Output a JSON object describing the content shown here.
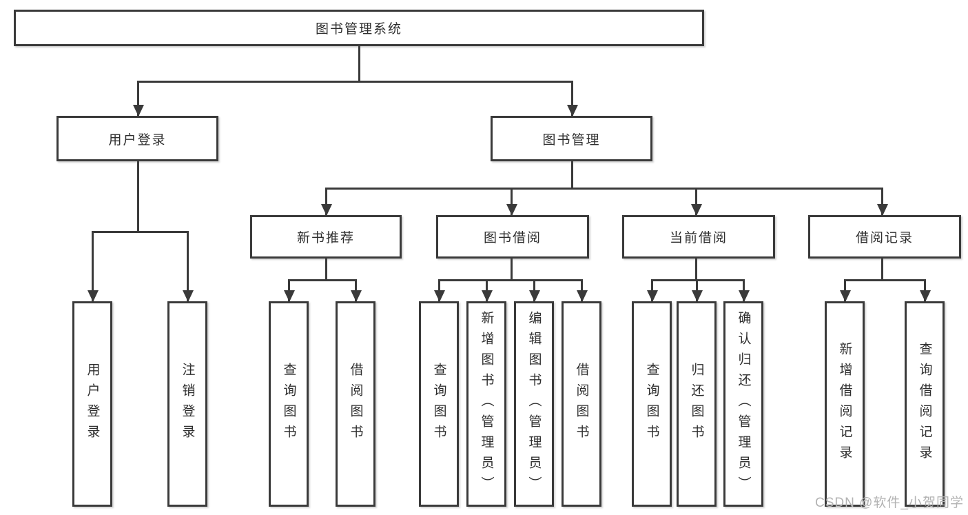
{
  "colors": {
    "border": "#3a3a3a",
    "line": "#3a3a3a",
    "text": "#2e2e2e",
    "background": "#ffffff",
    "watermark": "#b3b3b3"
  },
  "watermark": {
    "text": "CSDN @软件_小贺同学"
  },
  "nodes": {
    "root": {
      "label": "图书管理系统"
    },
    "user_login_branch": {
      "label": "用户登录"
    },
    "book_management": {
      "label": "图书管理"
    },
    "new_book_recommend": {
      "label": "新书推荐"
    },
    "book_borrowing": {
      "label": "图书借阅"
    },
    "current_borrowing": {
      "label": "当前借阅"
    },
    "borrowing_records": {
      "label": "借阅记录"
    },
    "leaves": {
      "user_login": {
        "label": "用户登录"
      },
      "logout": {
        "label": "注销登录"
      },
      "query_book_recommend": {
        "label": "查询图书"
      },
      "borrow_book_recommend": {
        "label": "借阅图书"
      },
      "query_book_borrowing": {
        "label": "查询图书"
      },
      "add_book_admin": {
        "label": "新增图书（管理员）"
      },
      "edit_book_admin": {
        "label": "编辑图书（管理员）"
      },
      "borrow_book_borrowing": {
        "label": "借阅图书"
      },
      "query_book_current": {
        "label": "查询图书"
      },
      "return_book": {
        "label": "归还图书"
      },
      "confirm_return_admin": {
        "label": "确认归还（管理员）"
      },
      "add_borrow_record": {
        "label": "新增借阅记录"
      },
      "query_borrow_record": {
        "label": "查询借阅记录"
      }
    }
  }
}
